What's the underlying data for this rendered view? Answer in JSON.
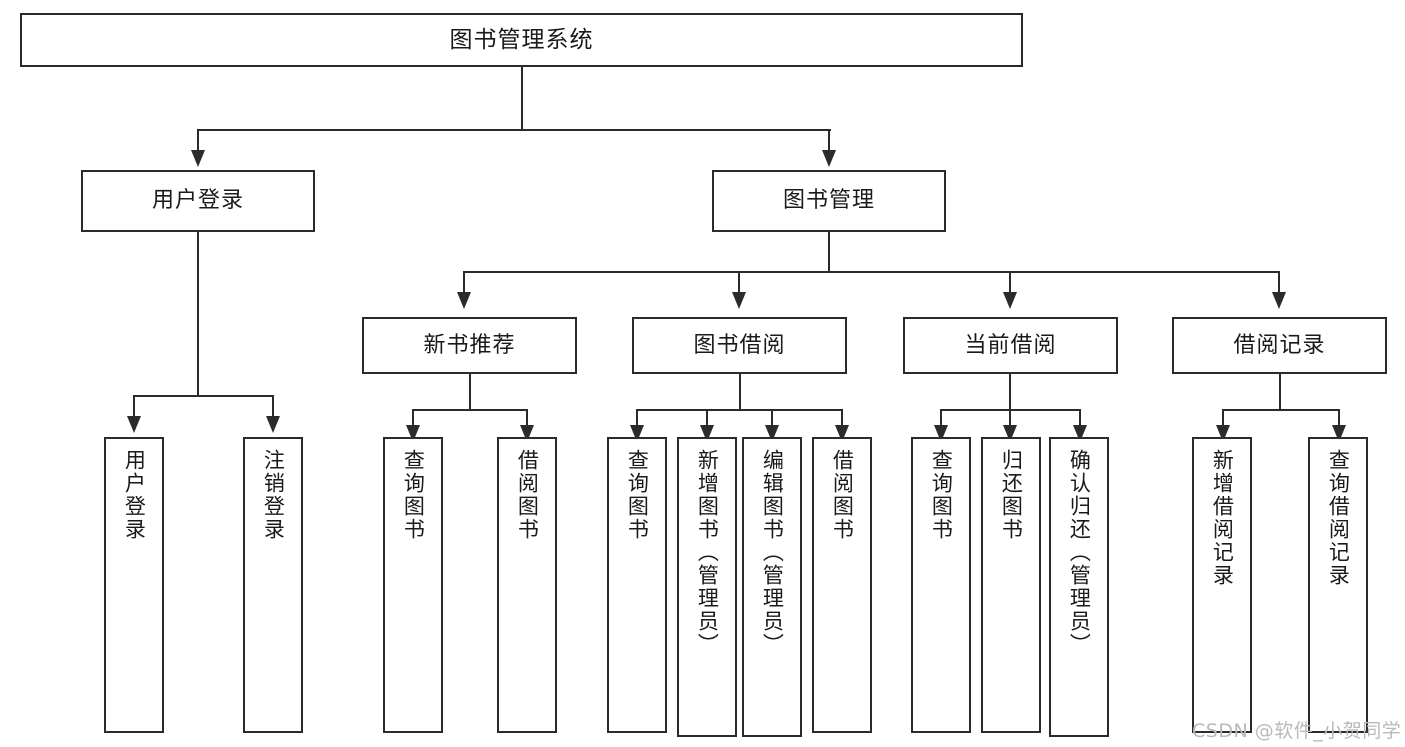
{
  "diagram": {
    "title": "图书管理系统",
    "type": "function-structure-tree",
    "levels": 4,
    "root": {
      "label": "图书管理系统"
    },
    "level2": [
      {
        "label": "用户登录"
      },
      {
        "label": "图书管理"
      }
    ],
    "level3": [
      {
        "label": "新书推荐"
      },
      {
        "label": "图书借阅"
      },
      {
        "label": "当前借阅"
      },
      {
        "label": "借阅记录"
      }
    ],
    "leaves": {
      "user_login": [
        {
          "label": "用户登录"
        },
        {
          "label": "注销登录"
        }
      ],
      "new_book_recommend": [
        {
          "label": "查询图书"
        },
        {
          "label": "借阅图书"
        }
      ],
      "book_borrow": [
        {
          "label": "查询图书"
        },
        {
          "label": "新增图书（管理员）"
        },
        {
          "label": "编辑图书（管理员）"
        },
        {
          "label": "借阅图书"
        }
      ],
      "current_borrow": [
        {
          "label": "查询图书"
        },
        {
          "label": "归还图书"
        },
        {
          "label": "确认归还（管理员）"
        }
      ],
      "borrow_record": [
        {
          "label": "新增借阅记录"
        },
        {
          "label": "查询借阅记录"
        }
      ]
    }
  },
  "watermark": {
    "text": "CSDN @软件_小贺同学"
  },
  "colors": {
    "stroke": "#2b2b2b",
    "fill": "#ffffff",
    "text": "#1a1a1a",
    "watermark": "#b9b9b9"
  }
}
